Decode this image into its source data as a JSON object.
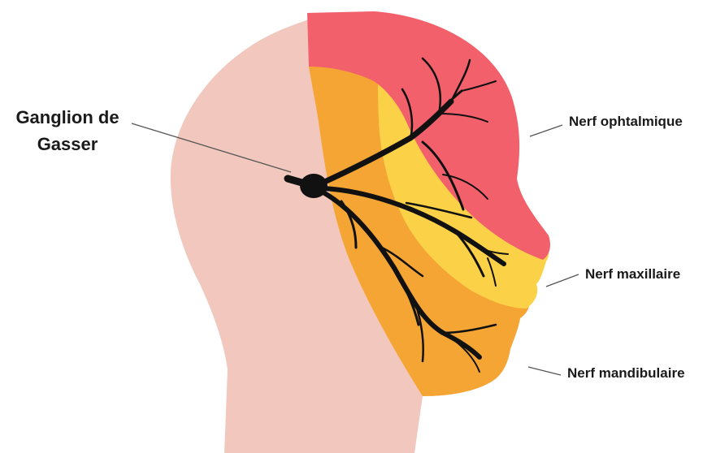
{
  "labels": {
    "ganglion_line1": "Ganglion de",
    "ganglion_line2": "Gasser",
    "ophtalmique": "Nerf ophtalmique",
    "maxillaire": "Nerf maxillaire",
    "mandibulaire": "Nerf mandibulaire"
  },
  "colors": {
    "head": "#f2c8be",
    "ophthalmic_zone": "#f2606b",
    "maxillary_zone": "#fbd247",
    "mandibular_zone": "#f4a533",
    "nerve": "#111111",
    "leader_line": "#555555"
  }
}
